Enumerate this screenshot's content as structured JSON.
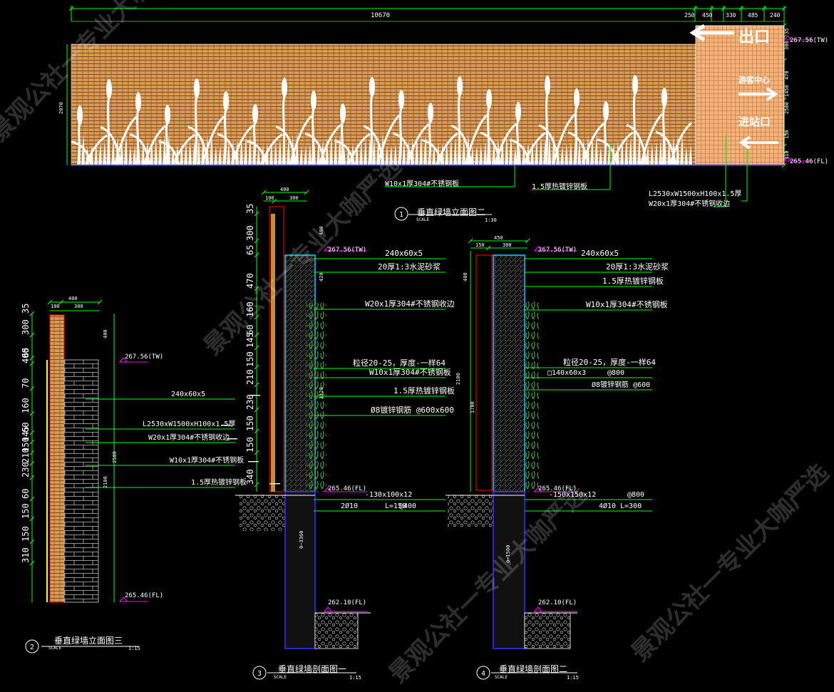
{
  "elevation1": {
    "total_dim": "10670",
    "top_dims": [
      "250",
      "450",
      "330",
      "485",
      "240"
    ],
    "right_dims": [
      "35",
      "300",
      "470",
      "1450",
      "2500",
      "150",
      "310"
    ],
    "left_dim": "2070",
    "tw_level": "267.56(TW)",
    "fl_level": "265.46(FL)",
    "sign_exit": "出口",
    "sign_center": "游客中心",
    "sign_entry": "进站口",
    "notes": [
      "W10x1厚304#不锈钢板",
      "1.5厚热镀锌钢板",
      "L2530xW1500xH100x1.5厚",
      "W20x1厚304#不锈钢收边"
    ]
  },
  "section2": {
    "top_dims": [
      "400",
      "100",
      "300"
    ],
    "left_dims": [
      "35",
      "300",
      "65",
      "400",
      "70",
      "160",
      "60",
      "145",
      "150",
      "210",
      "230",
      "60",
      "150",
      "150",
      "310"
    ],
    "right_dims": [
      "400",
      "2500",
      "2100"
    ],
    "tw_level": "267.56(TW)",
    "fl_level": "265.46(FL)",
    "notes": [
      "240x60x5",
      "L2530xW1500xH100x1.5厚",
      "W20x1厚304#不锈钢收边",
      "W10x1厚304#不锈钢板",
      "1.5厚热镀锌钢板"
    ]
  },
  "section3": {
    "top_dims": [
      "400",
      "100",
      "300"
    ],
    "left_dims": [
      "35",
      "300",
      "65",
      "470",
      "160",
      "60",
      "145",
      "150",
      "210",
      "230",
      "150",
      "150",
      "340"
    ],
    "inner_dims": [
      "400",
      "420",
      "1120"
    ],
    "tw_level": "267.56(TW)",
    "fl_level": "265.46(FL)",
    "fl2_level": "262.10(FL)",
    "depth_dim": "0~3360",
    "notes": [
      "240x60x5",
      "20厚1:3水泥砂浆",
      "W20x1厚304#不锈钢收边",
      "粒径20-25，厚度-一样64",
      "W10x1厚304#不锈钢板",
      "1.5厚热镀锌钢板",
      "Ø8镀锌钢筋 @600x600",
      "-130x100x12",
      "2Ø10",
      "L=150",
      "@400"
    ]
  },
  "section4": {
    "top_dims": [
      "450",
      "150",
      "300"
    ],
    "left_dims": [
      "400",
      "2100",
      "1700"
    ],
    "tw_level": "267.56(TW)",
    "fl_level": "265.46(FL)",
    "fl2_level": "262.10(FL)",
    "depth_dim": "0~1500",
    "notes": [
      "240x60x5",
      "20厚1:3水泥砂浆",
      "1.5厚热镀锌钢板",
      "W10x1厚304#不锈钢板",
      "粒径20-25，厚度-一样64",
      "□140x60x3",
      "@800",
      "Ø8镀锌钢筋 @600",
      "-150x150x12",
      "@800",
      "4Ø10",
      "L=300"
    ]
  },
  "titles": [
    {
      "num": "1",
      "name": "垂直绿墙立面图二",
      "scale_word": "SCALE",
      "scale": "1:30"
    },
    {
      "num": "2",
      "name": "垂直绿墙立面图三",
      "scale_word": "SCALE",
      "scale": "1:15"
    },
    {
      "num": "3",
      "name": "垂直绿墙剖面图一",
      "scale_word": "SCALE",
      "scale": "1:15"
    },
    {
      "num": "4",
      "name": "垂直绿墙剖面图二",
      "scale_word": "SCALE",
      "scale": "1:15"
    }
  ],
  "watermark": "景观公社一专业大咖严选"
}
